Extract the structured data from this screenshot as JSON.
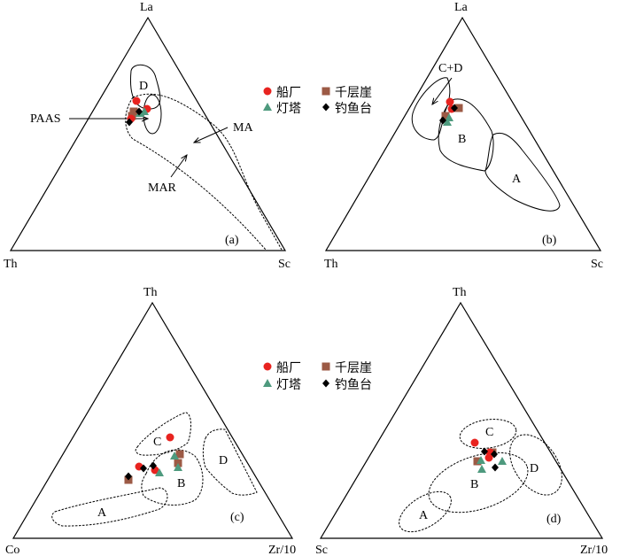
{
  "colors": {
    "chuanchang": "#e8231f",
    "qiancengya": "#9c5a45",
    "dengta": "#4e9a7e",
    "diaoyutai": "#000000"
  },
  "legend": {
    "chuanchang": "船厂",
    "qiancengya": "千层崖",
    "dengta": "灯塔",
    "diaoyutai": "钓鱼台"
  },
  "panel_a": {
    "tag": "(a)",
    "top": "La",
    "left": "Th",
    "right": "Sc",
    "field_d": "D",
    "paas": "PAAS",
    "ma": "MA",
    "mar": "MAR"
  },
  "panel_b": {
    "tag": "(b)",
    "top": "La",
    "left": "Th",
    "right": "Sc",
    "field_cd": "C+D",
    "field_b": "B",
    "field_a": "A"
  },
  "panel_c": {
    "tag": "(c)",
    "top": "Th",
    "left": "Co",
    "right": "Zr/10",
    "field_a": "A",
    "field_b": "B",
    "field_c": "C",
    "field_d": "D"
  },
  "panel_d": {
    "tag": "(d)",
    "top": "Th",
    "left": "Sc",
    "right": "Zr/10",
    "field_a": "A",
    "field_b": "B",
    "field_c": "C",
    "field_d": "D"
  }
}
